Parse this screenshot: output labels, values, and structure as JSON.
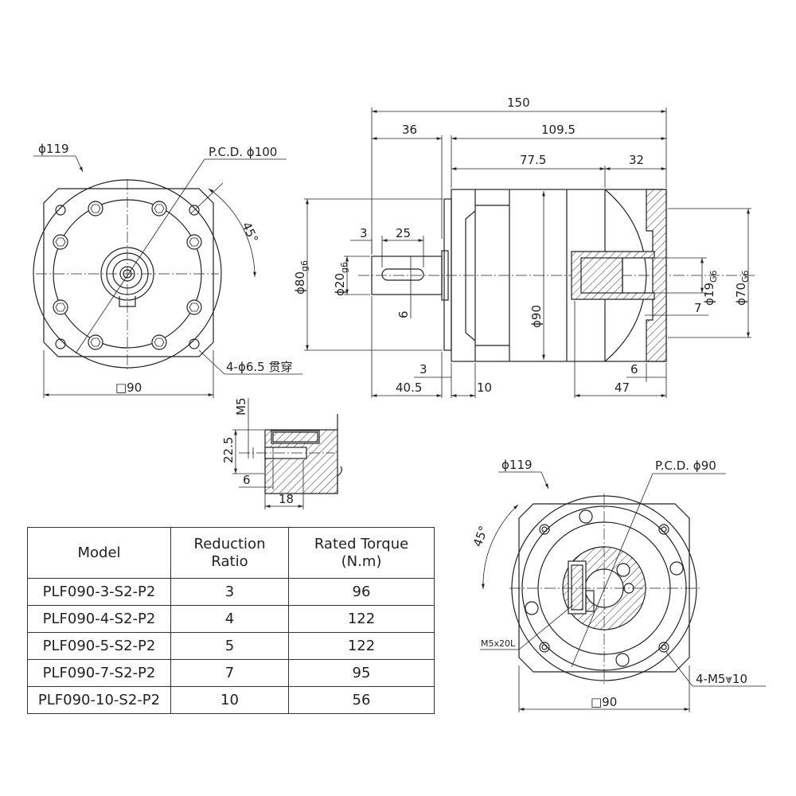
{
  "front_view": {
    "diameter": "ϕ119",
    "pcd": "P.C.D. ϕ100",
    "angle": "45°",
    "holes": "4-ϕ6.5 贯穿",
    "square": "□90"
  },
  "side_view": {
    "overall_length": "150",
    "shaft_length": "36",
    "body_length": "109.5",
    "length_77_5": "77.5",
    "flange_length": "32",
    "pilot_dia": "ϕ80",
    "pilot_tol": "g6",
    "shaft_dia": "ϕ20",
    "shaft_tol": "g6",
    "key_offset": "3",
    "key_length": "25",
    "key_width": "6",
    "body_dia": "ϕ90",
    "bore_dia": "ϕ19",
    "bore_tol": "G6",
    "spigot_dia": "ϕ70",
    "spigot_tol": "G6",
    "dim_7": "7",
    "dim_6": "6",
    "dim_3": "3",
    "dim_40_5": "40.5",
    "dim_10": "10",
    "dim_47": "47"
  },
  "detail": {
    "thread": "M5",
    "dim_22_5": "22.5",
    "dim_6": "6",
    "dim_18": "18"
  },
  "back_view": {
    "diameter": "ϕ119",
    "pcd": "P.C.D. ϕ90",
    "angle": "45°",
    "screw": "M5x20L",
    "holes": "4-M5⩔10",
    "square": "□90"
  },
  "table": {
    "headers": [
      {
        "line1": "Model",
        "line2": ""
      },
      {
        "line1": "Reduction",
        "line2": "Ratio"
      },
      {
        "line1": "Rated Torque",
        "line2": "(N.m)"
      }
    ],
    "rows": [
      {
        "model": "PLF090-3-S2-P2",
        "ratio": "3",
        "torque": "96"
      },
      {
        "model": "PLF090-4-S2-P2",
        "ratio": "4",
        "torque": "122"
      },
      {
        "model": "PLF090-5-S2-P2",
        "ratio": "5",
        "torque": "122"
      },
      {
        "model": "PLF090-7-S2-P2",
        "ratio": "7",
        "torque": "95"
      },
      {
        "model": "PLF090-10-S2-P2",
        "ratio": "10",
        "torque": "56"
      }
    ]
  }
}
